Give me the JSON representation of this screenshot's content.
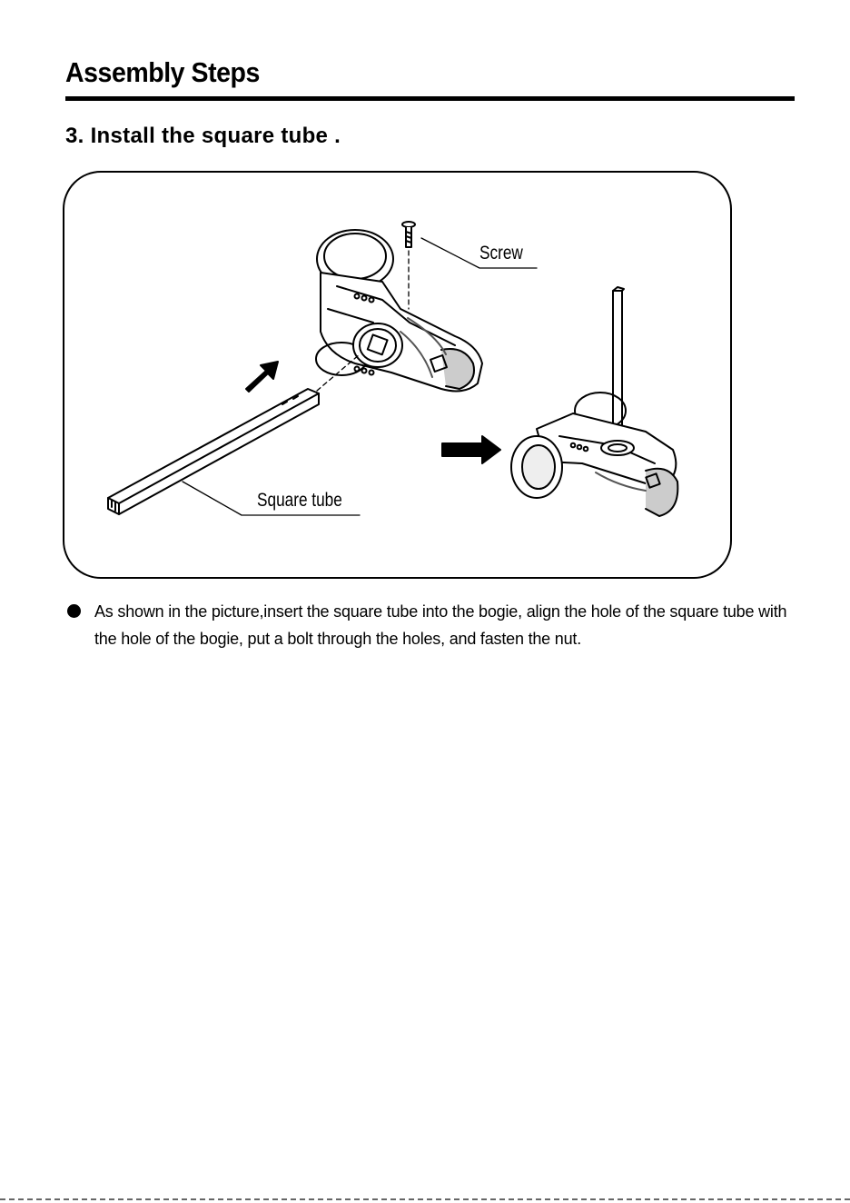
{
  "page": {
    "section_title": "Assembly Steps",
    "step_heading": "3. Install the square tube ."
  },
  "figure": {
    "labels": {
      "screw": "Screw",
      "square_tube": "Square tube"
    },
    "icons": [
      "bogie-illustration",
      "screw-illustration",
      "square-tube-illustration",
      "arrow-icon",
      "assembled-bogie-illustration"
    ]
  },
  "instructions": [
    {
      "text": "As shown in the picture,insert the square tube into the bogie, align the hole of the square tube with the hole of the bogie, put a bolt through the holes, and fasten the nut."
    }
  ]
}
